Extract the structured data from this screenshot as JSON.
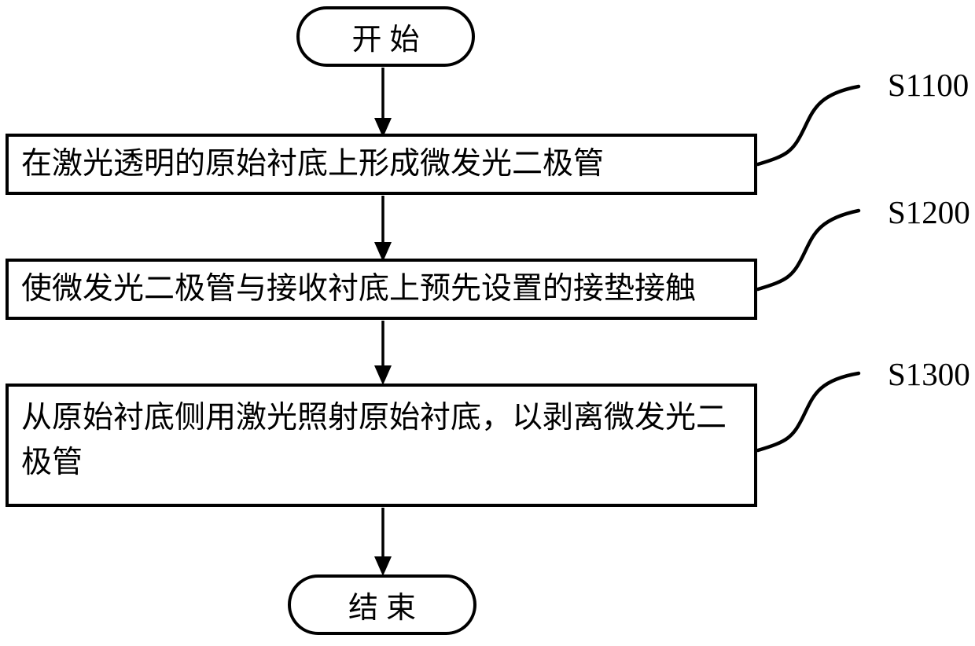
{
  "flowchart": {
    "title_semantic": "micro-LED laser lift-off process flowchart",
    "start_label": "开始",
    "end_label": "结束",
    "steps": [
      {
        "text": "在激光透明的原始衬底上形成微发光二极管",
        "label": "S1100"
      },
      {
        "text": "使微发光二极管与接收衬底上预先设置的接垫接触",
        "label": "S1200"
      },
      {
        "text": "从原始衬底侧用激光照射原始衬底，以剥离微发光二极管",
        "label": "S1300"
      }
    ],
    "colors": {
      "line": "#000000",
      "background": "#ffffff",
      "text": "#000000"
    }
  }
}
